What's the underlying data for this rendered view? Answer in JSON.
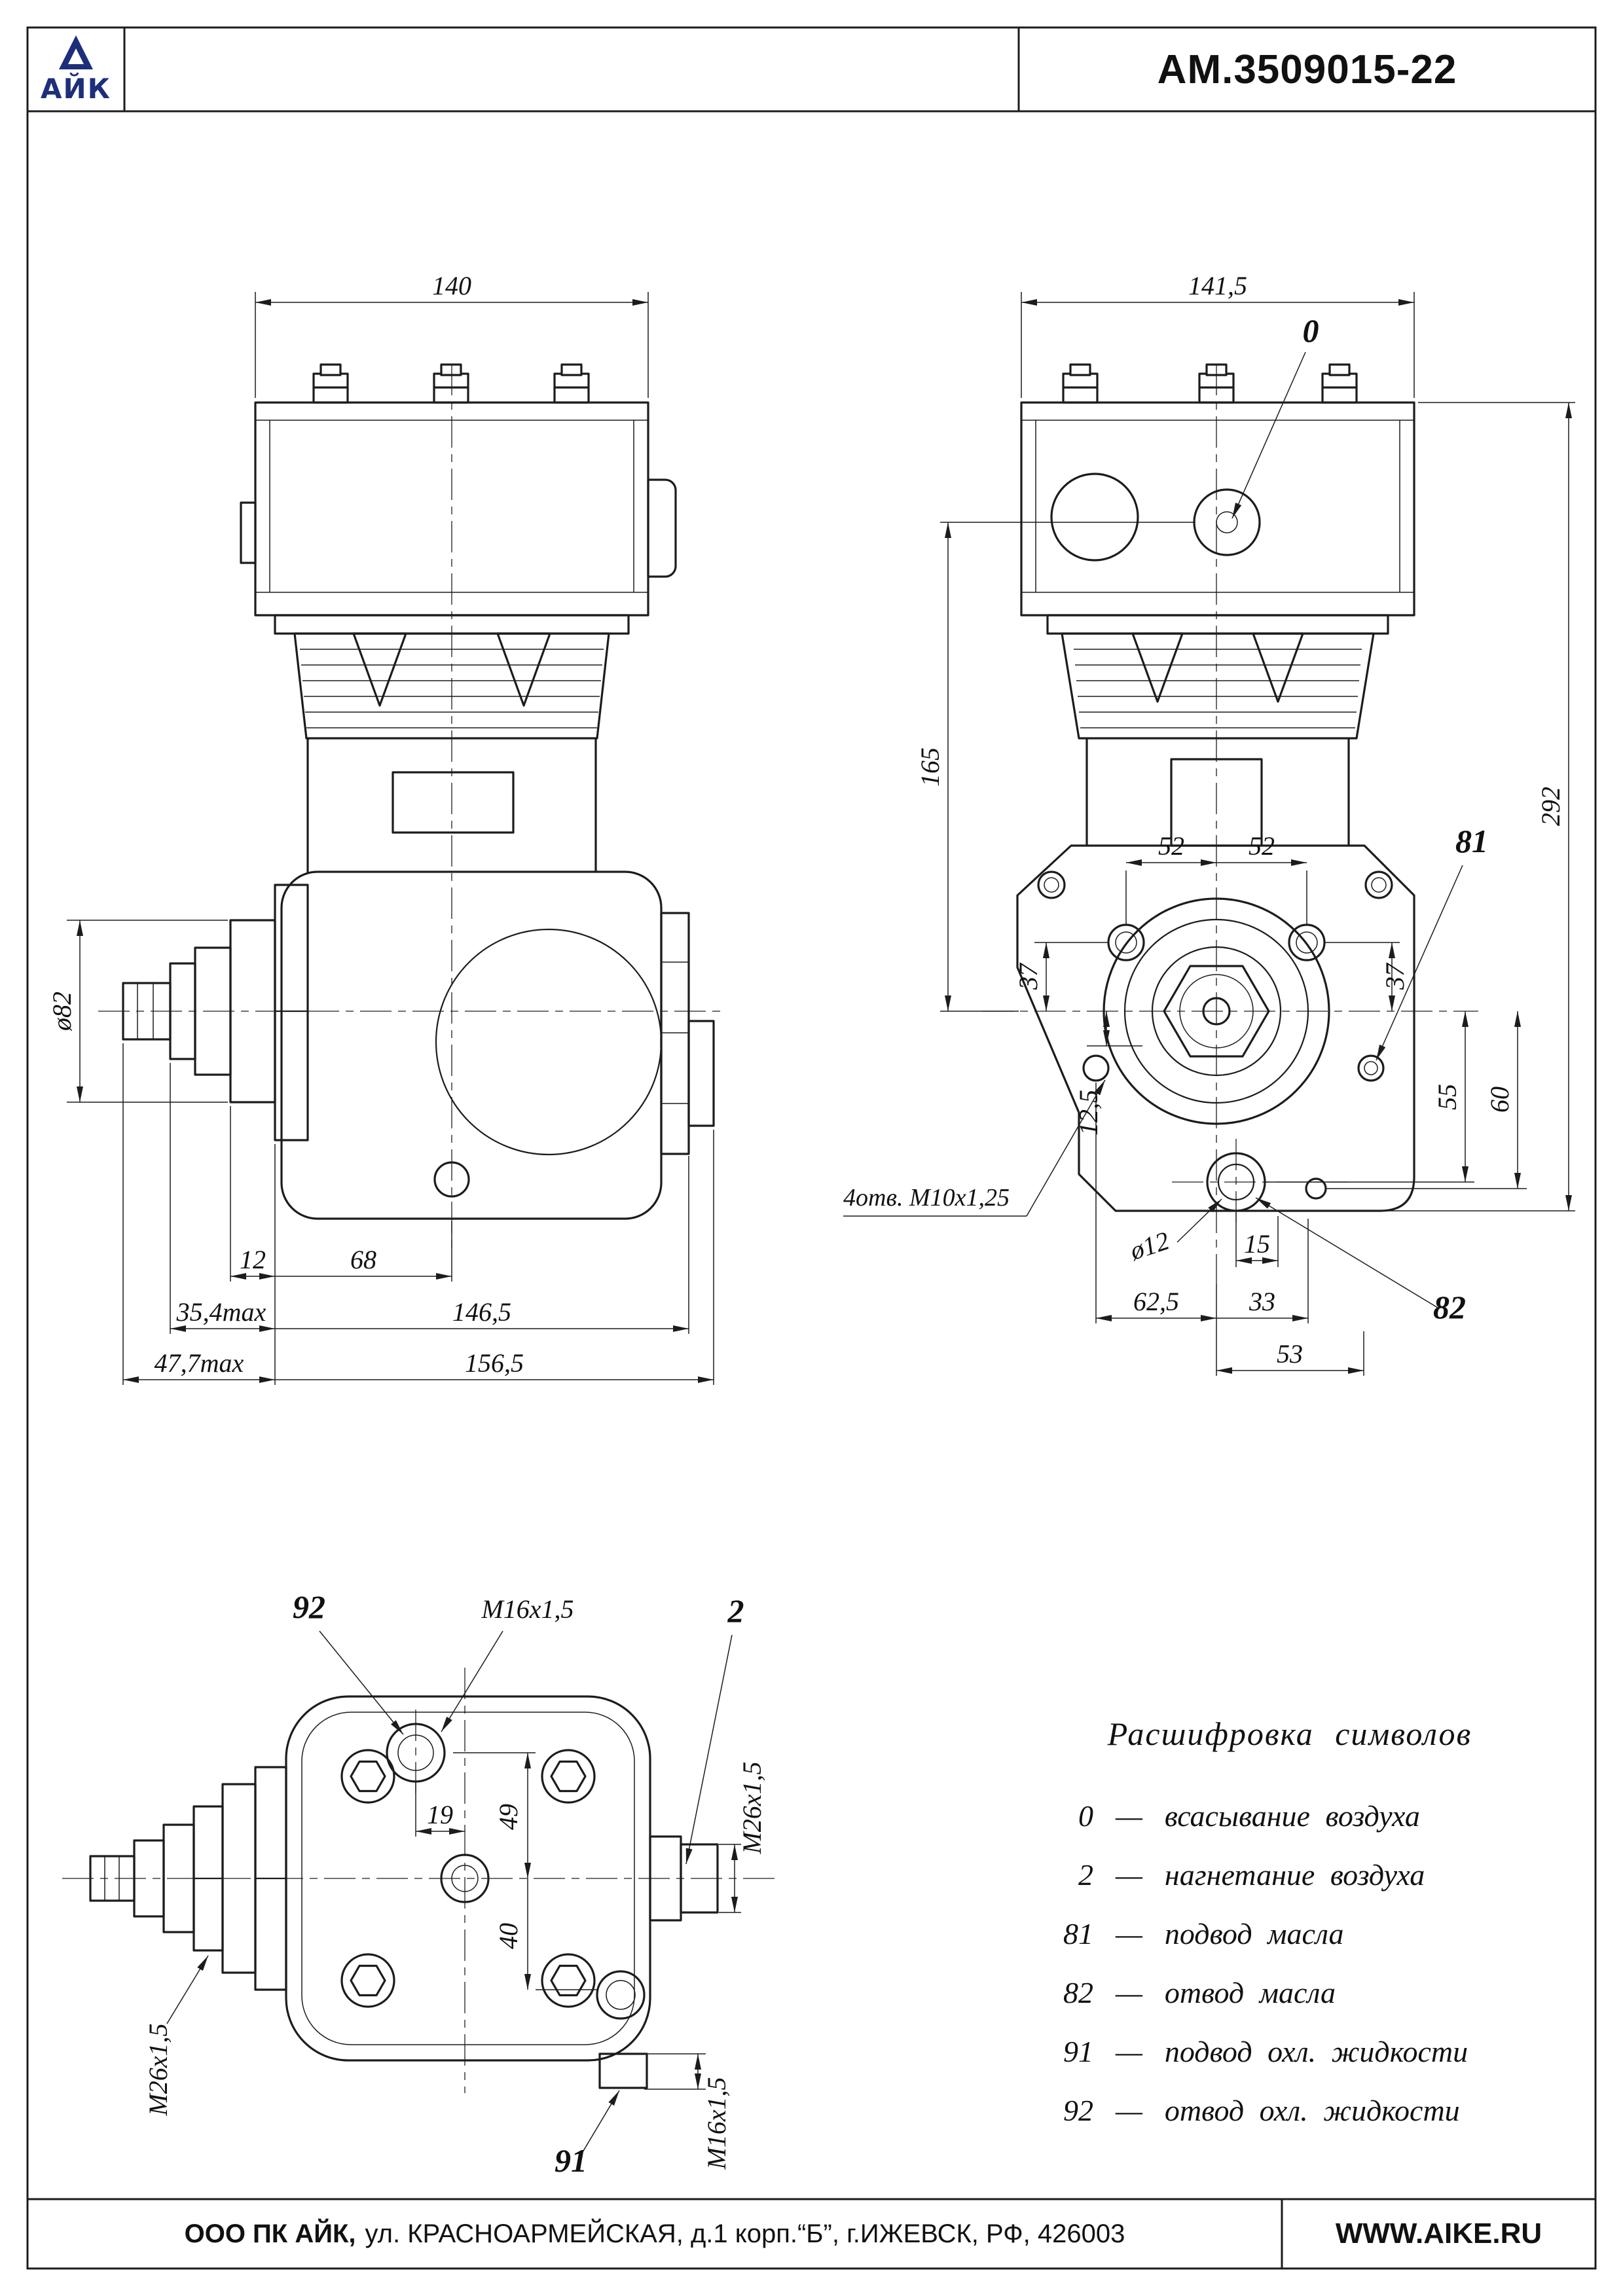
{
  "page": {
    "logo_text": "АЙК",
    "doc_number": "АМ.3509015-22"
  },
  "footer": {
    "company": "ООО ПК АЙК,",
    "address": "ул. КРАСНОАРМЕЙСКАЯ, д.1 корп.“Б”, г.ИЖЕВСК, РФ, 426003",
    "website": "WWW.AIKE.RU"
  },
  "side_view": {
    "dim_140": "140",
    "dim_d82": "ø82",
    "dim_12": "12",
    "dim_68": "68",
    "dim_354": "35,4max",
    "dim_1465": "146,5",
    "dim_477": "47,7max",
    "dim_1565": "156,5"
  },
  "front_view": {
    "dim_1415": "141,5",
    "callout_0": "0",
    "dim_165": "165",
    "dim_292": "292",
    "dim_52a": "52",
    "dim_52b": "52",
    "callout_81": "81",
    "dim_37a": "37",
    "dim_37b": "37",
    "dim_125": "12,5",
    "dim_55": "55",
    "dim_60": "60",
    "note_holes": "4отв. М10х1,25",
    "dim_d12": "ø12",
    "dim_15": "15",
    "dim_625": "62,5",
    "dim_33": "33",
    "dim_53": "53",
    "callout_82": "82"
  },
  "top_view": {
    "callout_92": "92",
    "thread_m16_top": "М16х1,5",
    "callout_2": "2",
    "dim_19": "19",
    "dim_49": "49",
    "dim_40": "40",
    "thread_m26_right": "М26х1,5",
    "thread_m26_left": "М26х1,5",
    "thread_m16_bottom": "М16х1,5",
    "callout_91": "91"
  },
  "legend": {
    "title": "Расшифровка символов",
    "dash": "—",
    "items": [
      {
        "sym": "0",
        "desc": "всасывание воздуха"
      },
      {
        "sym": "2",
        "desc": "нагнетание воздуха"
      },
      {
        "sym": "81",
        "desc": "подвод масла"
      },
      {
        "sym": "82",
        "desc": "отвод масла"
      },
      {
        "sym": "91",
        "desc": "подвод охл. жидкости"
      },
      {
        "sym": "92",
        "desc": "отвод охл. жидкости"
      }
    ]
  }
}
